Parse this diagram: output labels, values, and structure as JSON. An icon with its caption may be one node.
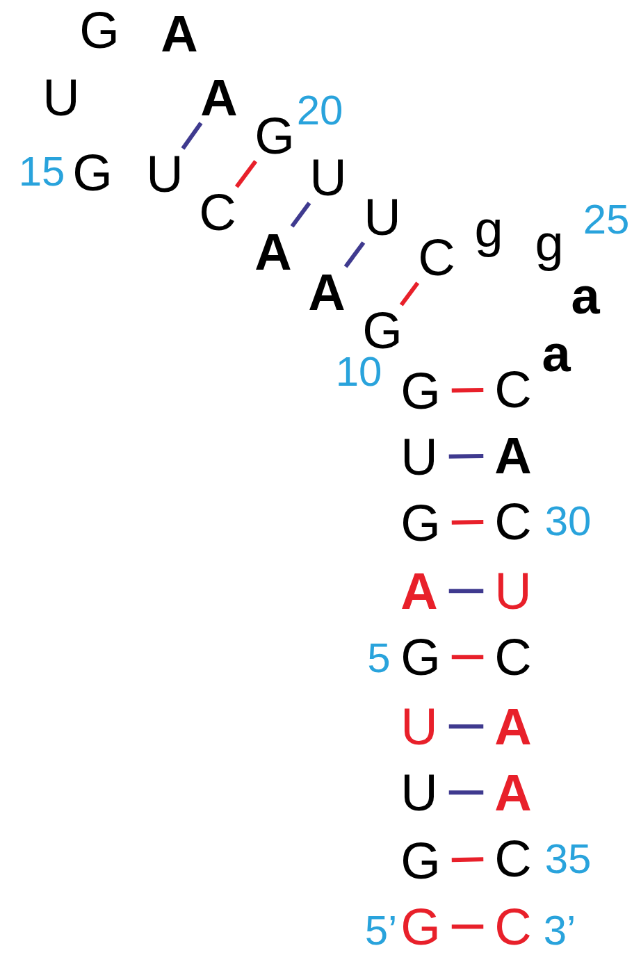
{
  "diagram": {
    "nodes": [
      {
        "text": [
          "G"
        ],
        "beside": [
          "5’"
        ]
      },
      {
        "text": [
          "G"
        ]
      },
      {
        "text": [
          "U"
        ]
      },
      {
        "text": [
          "U"
        ]
      },
      {
        "text": [
          "G"
        ],
        "beside": [
          "5"
        ]
      },
      {
        "text": [
          "A"
        ]
      },
      {
        "text": [
          "G"
        ]
      },
      {
        "text": [
          "U"
        ]
      },
      {
        "text": [
          "G"
        ]
      },
      {
        "text": [
          "G"
        ],
        "beside": [
          "10"
        ]
      },
      {
        "text": [
          "A"
        ]
      },
      {
        "text": [
          "A"
        ]
      },
      {
        "text": [
          "C"
        ]
      },
      {
        "text": [
          "U"
        ]
      },
      {
        "text": [
          "G"
        ],
        "beside": [
          "15"
        ]
      },
      {
        "text": [
          "U"
        ]
      },
      {
        "text": [
          "G"
        ]
      },
      {
        "text": [
          "A"
        ]
      },
      {
        "text": [
          "A"
        ]
      },
      {
        "text": [
          "G"
        ],
        "beside": [
          "20"
        ]
      },
      {
        "text": [
          "U"
        ]
      },
      {
        "text": [
          "U"
        ]
      },
      {
        "text": [
          "C"
        ]
      },
      {
        "text": [
          "g"
        ]
      },
      {
        "text": [
          "g"
        ],
        "beside": [
          "25"
        ]
      },
      {
        "text": [
          "a"
        ]
      },
      {
        "text": [
          "a"
        ]
      },
      {
        "text": [
          "C"
        ]
      },
      {
        "text": [
          "A"
        ]
      },
      {
        "text": [
          "C"
        ],
        "beside": [
          "30"
        ]
      },
      {
        "text": [
          "U"
        ]
      },
      {
        "text": [
          "C"
        ]
      },
      {
        "text": [
          "A"
        ]
      },
      {
        "text": [
          "A"
        ]
      },
      {
        "text": [
          "C"
        ],
        "beside": [
          "35"
        ]
      },
      {
        "text": [
          "C"
        ],
        "beside": [
          "3’"
        ]
      }
    ],
    "edges": [
      {
        "from": 8,
        "to": 27,
        "arrow": "none",
        "color": "#e8202a"
      },
      {
        "from": 7,
        "to": 28,
        "arrow": "none",
        "color": "#3f3a8f"
      },
      {
        "from": 6,
        "to": 29,
        "arrow": "none",
        "color": "#e8202a"
      },
      {
        "from": 5,
        "to": 30,
        "arrow": "none",
        "color": "#3f3a8f"
      },
      {
        "from": 4,
        "to": 31,
        "arrow": "none",
        "color": "#e8202a"
      },
      {
        "from": 3,
        "to": 32,
        "arrow": "none",
        "color": "#3f3a8f"
      },
      {
        "from": 2,
        "to": 33,
        "arrow": "none",
        "color": "#3f3a8f"
      },
      {
        "from": 1,
        "to": 34,
        "arrow": "none",
        "color": "#e8202a"
      },
      {
        "from": 0,
        "to": 35,
        "arrow": "none",
        "color": "#e8202a"
      },
      {
        "from": 9,
        "to": 22,
        "arrow": "none",
        "color": "#e8202a"
      },
      {
        "from": 10,
        "to": 21,
        "arrow": "none",
        "color": "#3f3a8f"
      },
      {
        "from": 11,
        "to": 20,
        "arrow": "none",
        "color": "#3f3a8f"
      },
      {
        "from": 12,
        "to": 19,
        "arrow": "none",
        "color": "#e8202a"
      },
      {
        "from": 13,
        "to": 18,
        "arrow": "none",
        "color": "#3f3a8f"
      }
    ]
  }
}
